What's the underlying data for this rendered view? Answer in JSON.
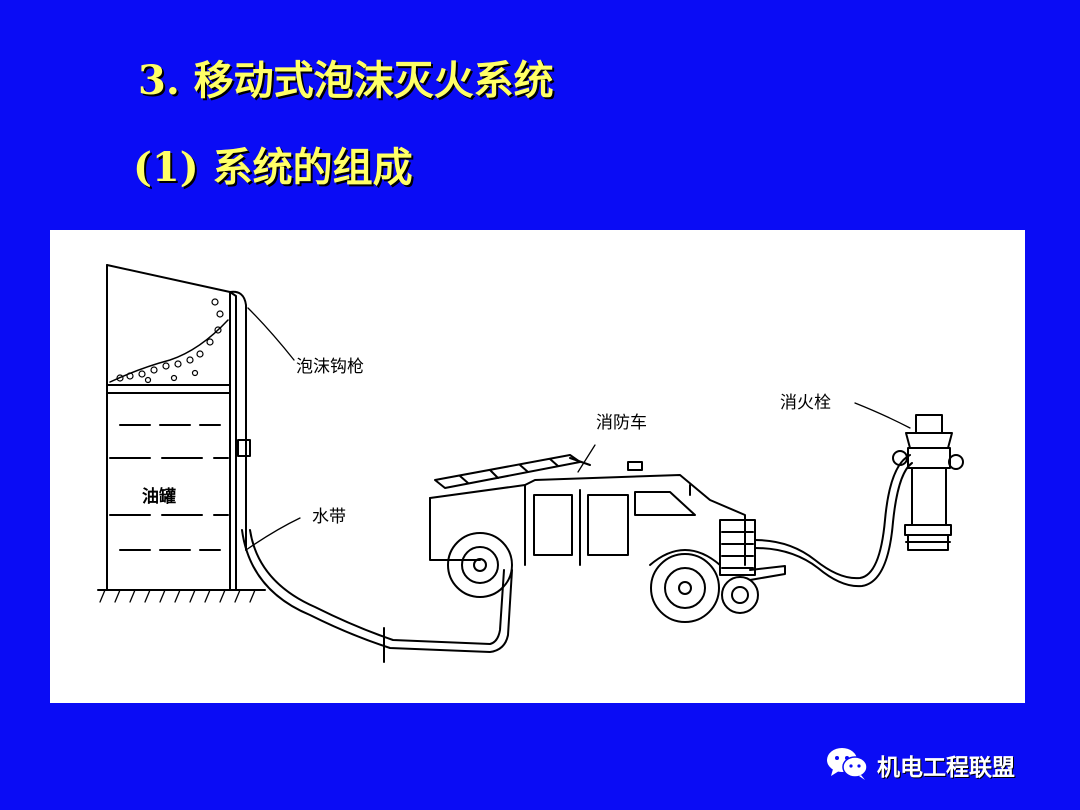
{
  "slide": {
    "title": "3. 移动式泡沫灭火系统",
    "subtitle": "(1) 系统的组成"
  },
  "diagram": {
    "labels": {
      "foam_gun": "泡沫钩枪",
      "fire_truck": "消防车",
      "hydrant": "消火栓",
      "hose": "水带",
      "oil_tank": "油罐"
    }
  },
  "footer": {
    "icon": "wechat-icon",
    "brand": "机电工程联盟"
  }
}
